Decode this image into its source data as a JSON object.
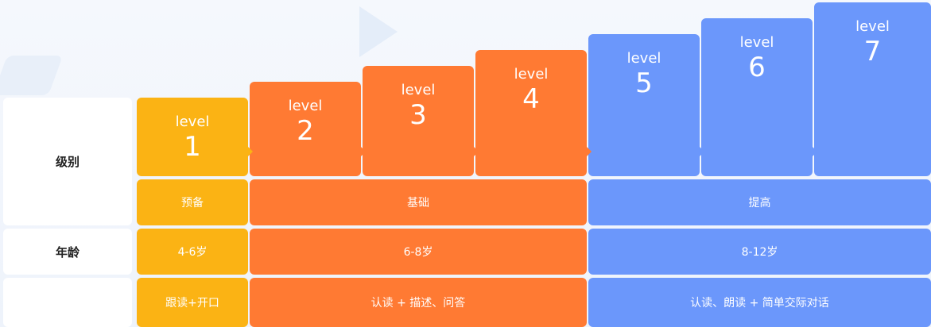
{
  "row_labels": {
    "level": "级别",
    "age": "年龄",
    "goal": ""
  },
  "levels": [
    {
      "word": "level",
      "num": "1"
    },
    {
      "word": "level",
      "num": "2"
    },
    {
      "word": "level",
      "num": "3"
    },
    {
      "word": "level",
      "num": "4"
    },
    {
      "word": "level",
      "num": "5"
    },
    {
      "word": "level",
      "num": "6"
    },
    {
      "word": "level",
      "num": "7"
    }
  ],
  "stages": {
    "prep": "预备",
    "basic": "基础",
    "advanced": "提高"
  },
  "ages": {
    "prep": "4-6岁",
    "basic": "6-8岁",
    "advanced": "8-12岁"
  },
  "goals": {
    "prep": "跟读+开口",
    "basic": "认读 + 描述、问答",
    "advanced": "认读、朗读 + 简单交际对话"
  },
  "colors": {
    "prep": "#fbb314",
    "basic": "#ff7a33",
    "advanced": "#6b97fb"
  }
}
